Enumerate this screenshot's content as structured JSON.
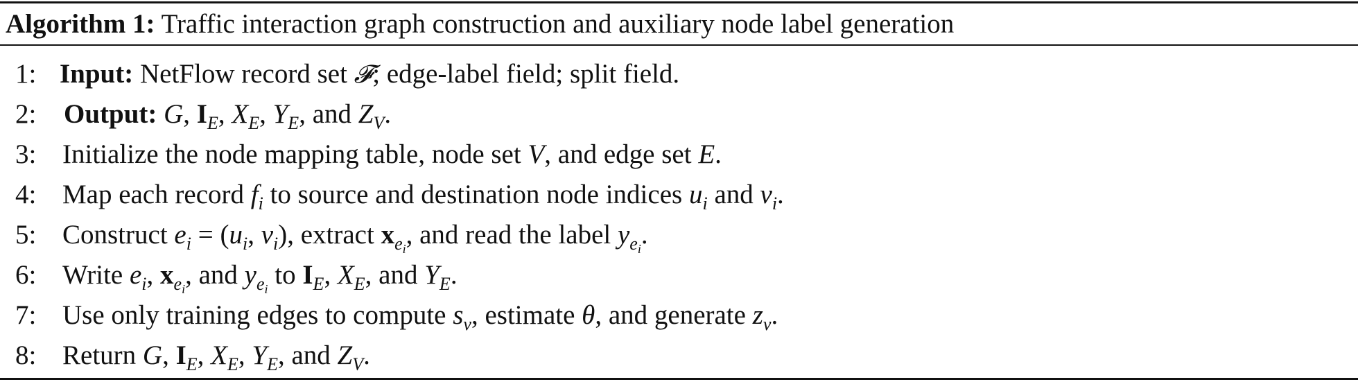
{
  "algorithm": {
    "label": "Algorithm 1:",
    "title": "Traffic interaction graph construction and auxiliary node label generation",
    "lines": [
      {
        "num": "1:",
        "keyword": "Input:",
        "text": "NetFlow record set 𝓕; edge-label field; split field."
      },
      {
        "num": "2:",
        "keyword": "Output:",
        "text": "G, I_E, X_E, Y_E, and Z_V."
      },
      {
        "num": "3:",
        "text": "Initialize the node mapping table, node set V, and edge set E."
      },
      {
        "num": "4:",
        "text": "Map each record f_i to source and destination node indices u_i and v_i."
      },
      {
        "num": "5:",
        "text": "Construct e_i = (u_i, v_i), extract x_{e_i}, and read the label y_{e_i}."
      },
      {
        "num": "6:",
        "text": "Write e_i, x_{e_i}, and y_{e_i} to I_E, X_E, and Y_E."
      },
      {
        "num": "7:",
        "text": "Use only training edges to compute s_v, estimate θ, and generate z_v."
      },
      {
        "num": "8:",
        "text": "Return G, I_E, X_E, Y_E, and Z_V."
      }
    ]
  }
}
